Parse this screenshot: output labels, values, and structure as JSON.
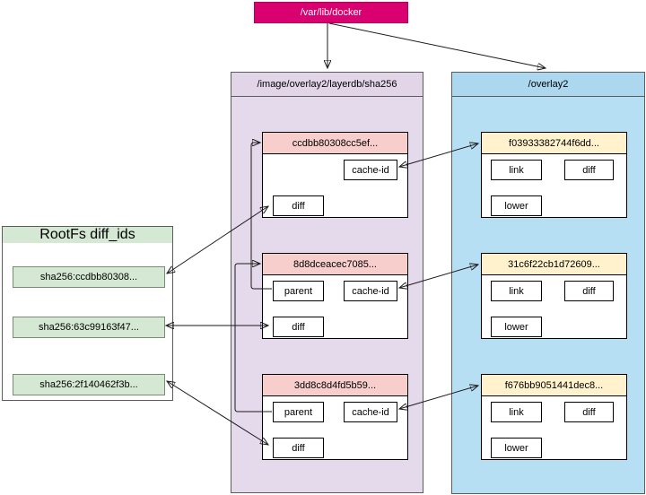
{
  "diagram": {
    "root": {
      "label": "/var/lib/docker"
    },
    "layerdb": {
      "title": "/image/overlay2/layerdb/sha256",
      "layers": [
        {
          "id": "ccdbb80308cc5ef...",
          "cache_id": "cache-id",
          "diff": "diff"
        },
        {
          "id": "8d8dceacec7085...",
          "parent": "parent",
          "cache_id": "cache-id",
          "diff": "diff"
        },
        {
          "id": "3dd8c8d4fd5b59...",
          "parent": "parent",
          "cache_id": "cache-id",
          "diff": "diff"
        }
      ]
    },
    "overlay2": {
      "title": "/overlay2",
      "dirs": [
        {
          "id": "f03933382744f6dd...",
          "link": "link",
          "diff": "diff",
          "lower": "lower"
        },
        {
          "id": "31c6f22cb1d72609...",
          "link": "link",
          "diff": "diff",
          "lower": "lower"
        },
        {
          "id": "f676bb9051441dec8...",
          "link": "link",
          "diff": "diff",
          "lower": "lower"
        }
      ]
    },
    "rootfs": {
      "title": "RootFs diff_ids",
      "items": [
        "sha256:ccdbb80308...",
        "sha256:63c99163f47...",
        "sha256:2f140462f3b..."
      ]
    },
    "colors": {
      "root_bg": "#d9006f",
      "layerdb_bg": "#e5d9ec",
      "overlay2_bg": "#b7dff3",
      "layer_header_bg": "#f8cecc",
      "dir_header_bg": "#fff2cc",
      "rootfs_green": "#d5e8d4",
      "edge_color": "#1a1a1a"
    }
  }
}
